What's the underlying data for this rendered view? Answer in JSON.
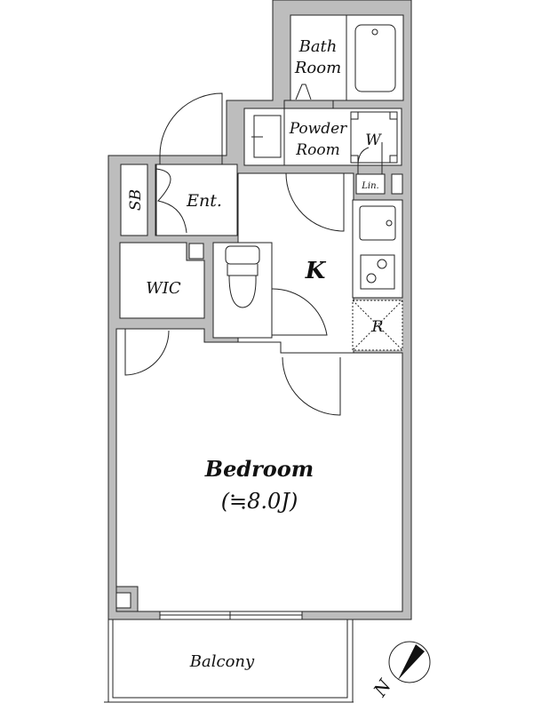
{
  "floorplan": {
    "rooms": {
      "bath": [
        "Bath",
        "Room"
      ],
      "powder": [
        "Powder",
        "Room"
      ],
      "washer": "W",
      "linen": "Lin.",
      "shoe_box": "SB",
      "entrance": "Ent.",
      "kitchen": "K",
      "walk_in_closet": "WIC",
      "refrigerator": "R",
      "bedroom": "Bedroom",
      "bedroom_size": "(≒8.0J)",
      "balcony": "Balcony"
    },
    "compass": {
      "label": "N"
    },
    "colors": {
      "wall": "#bdbdbd",
      "line": "#222222"
    }
  }
}
